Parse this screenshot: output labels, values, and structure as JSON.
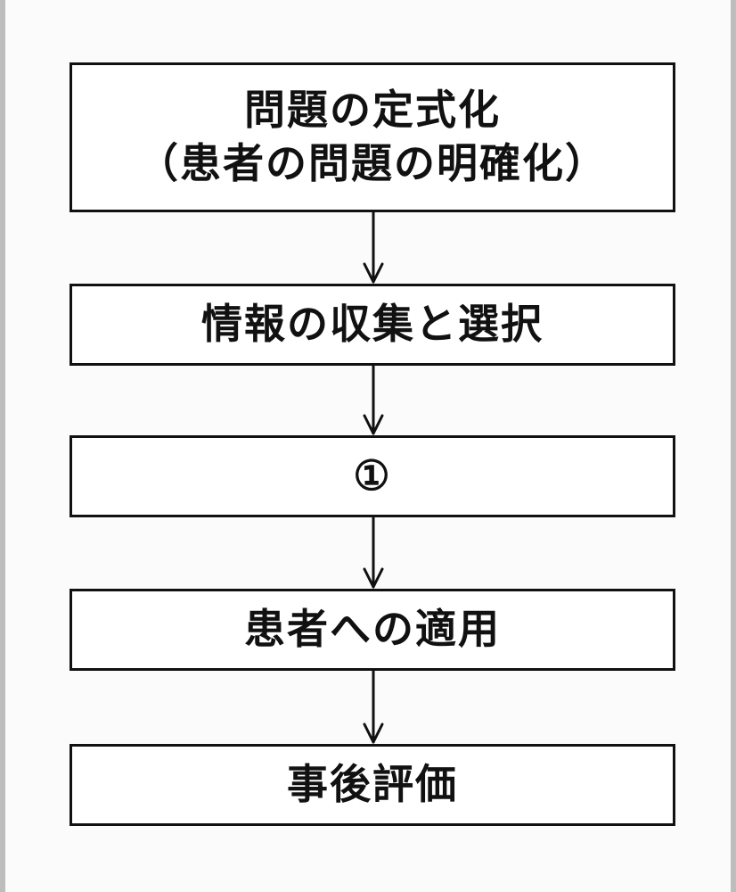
{
  "flowchart": {
    "steps": [
      {
        "lines": [
          "問題の定式化",
          "（患者の問題の明確化）"
        ]
      },
      {
        "lines": [
          "情報の収集と選択"
        ]
      },
      {
        "lines": [
          "①"
        ]
      },
      {
        "lines": [
          "患者への適用"
        ]
      },
      {
        "lines": [
          "事後評価"
        ]
      }
    ]
  }
}
